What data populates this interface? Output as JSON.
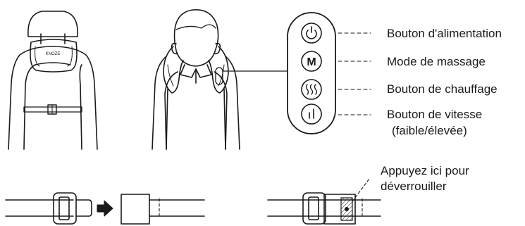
{
  "brand": "KNOZE",
  "labels": {
    "power": "Bouton d'alimentation",
    "mode": "Mode de massage",
    "heat": "Bouton de chauffage",
    "speed_line1": "Bouton de vitesse",
    "speed_line2": "(faible/élevée)",
    "unlock_line1": "Appuyez ici pour",
    "unlock_line2": "déverrouiller"
  },
  "controller": {
    "mode_button_glyph": "M"
  },
  "icons": [
    "power-icon",
    "mode-m-icon",
    "heat-waves-icon",
    "speed-bars-icon",
    "arrow-right-icon"
  ]
}
